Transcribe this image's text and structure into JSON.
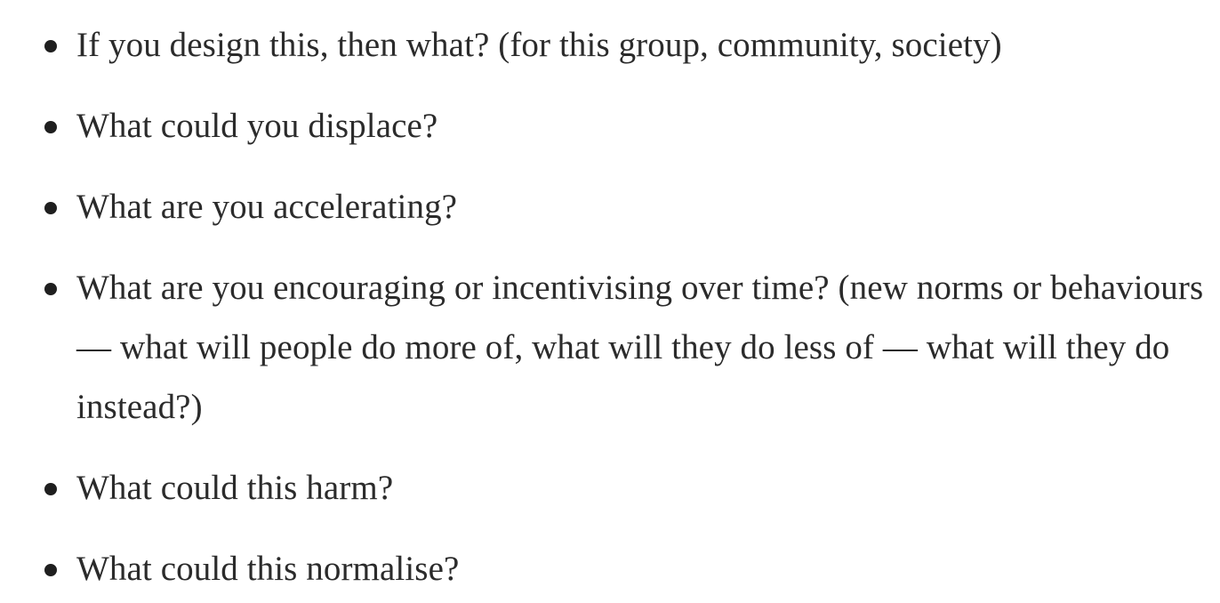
{
  "questions": [
    {
      "text": "If you design this, then what? (for this group, community, society)"
    },
    {
      "text": "What could you displace?"
    },
    {
      "text": "What are you accelerating?"
    },
    {
      "text": "What are you encouraging or incentivising over time? (new norms or behaviours — what will people do more of, what will they do less of — what will they do instead?)"
    },
    {
      "text": "What could this harm?"
    },
    {
      "text": "What could this normalise?"
    }
  ]
}
